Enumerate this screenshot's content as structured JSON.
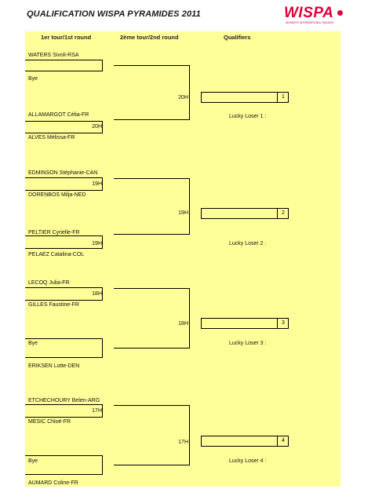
{
  "title": "QUALIFICATION WISPA PYRAMIDES 2011",
  "logo": {
    "text": "WISPA",
    "subtitle": "WOMEN'S INTERNATIONAL SQUASH"
  },
  "headers": {
    "round1": "1er tour/1st round",
    "round2": "2ème tour/2nd round",
    "qualifiers": "Qualifiers"
  },
  "sections": [
    {
      "p1": "WATERS Sivoli-RSA",
      "p2": "Bye",
      "p3": "ALLAMARGOT Célia-FR",
      "t2": "20H",
      "p4": "ALVES Mélissa-FR",
      "tq": "20H",
      "qnum": "1",
      "lucky": "Lucky Loser 1 :"
    },
    {
      "p1": "EDMINSON Stéphanie-CAN",
      "t1": "19H",
      "p2": "DORENBOS Milja-NED",
      "p3": "PELTIER Cyrielle-FR",
      "t2": "19H",
      "p4": "PELAEZ Catalina-COL",
      "tq": "19H",
      "qnum": "2",
      "lucky": "Lucky Loser 2 :"
    },
    {
      "p1": "LECOQ Julia-FR",
      "t1": "18H",
      "p2": "GILLES Faustine-FR",
      "p3": "Bye",
      "p4": "ERIKSEN Lotte-DEN",
      "tq": "18H",
      "qnum": "3",
      "lucky": "Lucky Loser 3 :"
    },
    {
      "p1": "ETCHECHOURY Belen-ARG",
      "t1": "17H",
      "p2": "MESIC Chloé-FR",
      "p3": "Bye",
      "p4": "AUMARD Coline-FR",
      "tq": "17H",
      "qnum": "4",
      "lucky": "Lucky Loser 4 :"
    }
  ]
}
